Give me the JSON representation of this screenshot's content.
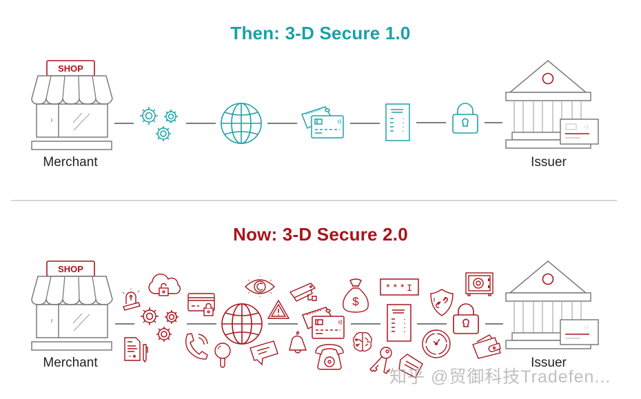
{
  "diagram": {
    "then_section": {
      "title": "Then: 3-D Secure 1.0",
      "accent_color": "#1aa0a8",
      "left_label": "Merchant",
      "right_label": "Issuer",
      "shop_sign": "SHOP",
      "flow_icons": [
        "gears-icon",
        "globe-icon",
        "credit-cards-icon",
        "receipt-icon",
        "padlock-icon"
      ]
    },
    "now_section": {
      "title": "Now: 3-D Secure 2.0",
      "accent_color": "#a8141c",
      "left_label": "Merchant",
      "right_label": "Issuer",
      "shop_sign": "SHOP",
      "password_field_text": "***I",
      "money_bag_symbol": "$",
      "flow_icons": [
        "alarm-light-icon",
        "cloud-lock-icon",
        "document-pen-icon",
        "gears-icon",
        "card-lock-icon",
        "phone-call-icon",
        "magnifier-icon",
        "globe-icon",
        "eye-icon",
        "chat-bubble-icon",
        "warning-icon",
        "security-camera-icon",
        "bell-icon",
        "credit-cards-icon",
        "telephone-icon",
        "money-bag-icon",
        "brain-icon",
        "keys-icon",
        "password-field-icon",
        "receipt-icon",
        "folder-icon",
        "shield-link-icon",
        "clock-icon",
        "padlock-icon",
        "safe-icon",
        "wallet-icon"
      ]
    },
    "watermark": "知乎 @贸御科技Tradefen..."
  }
}
